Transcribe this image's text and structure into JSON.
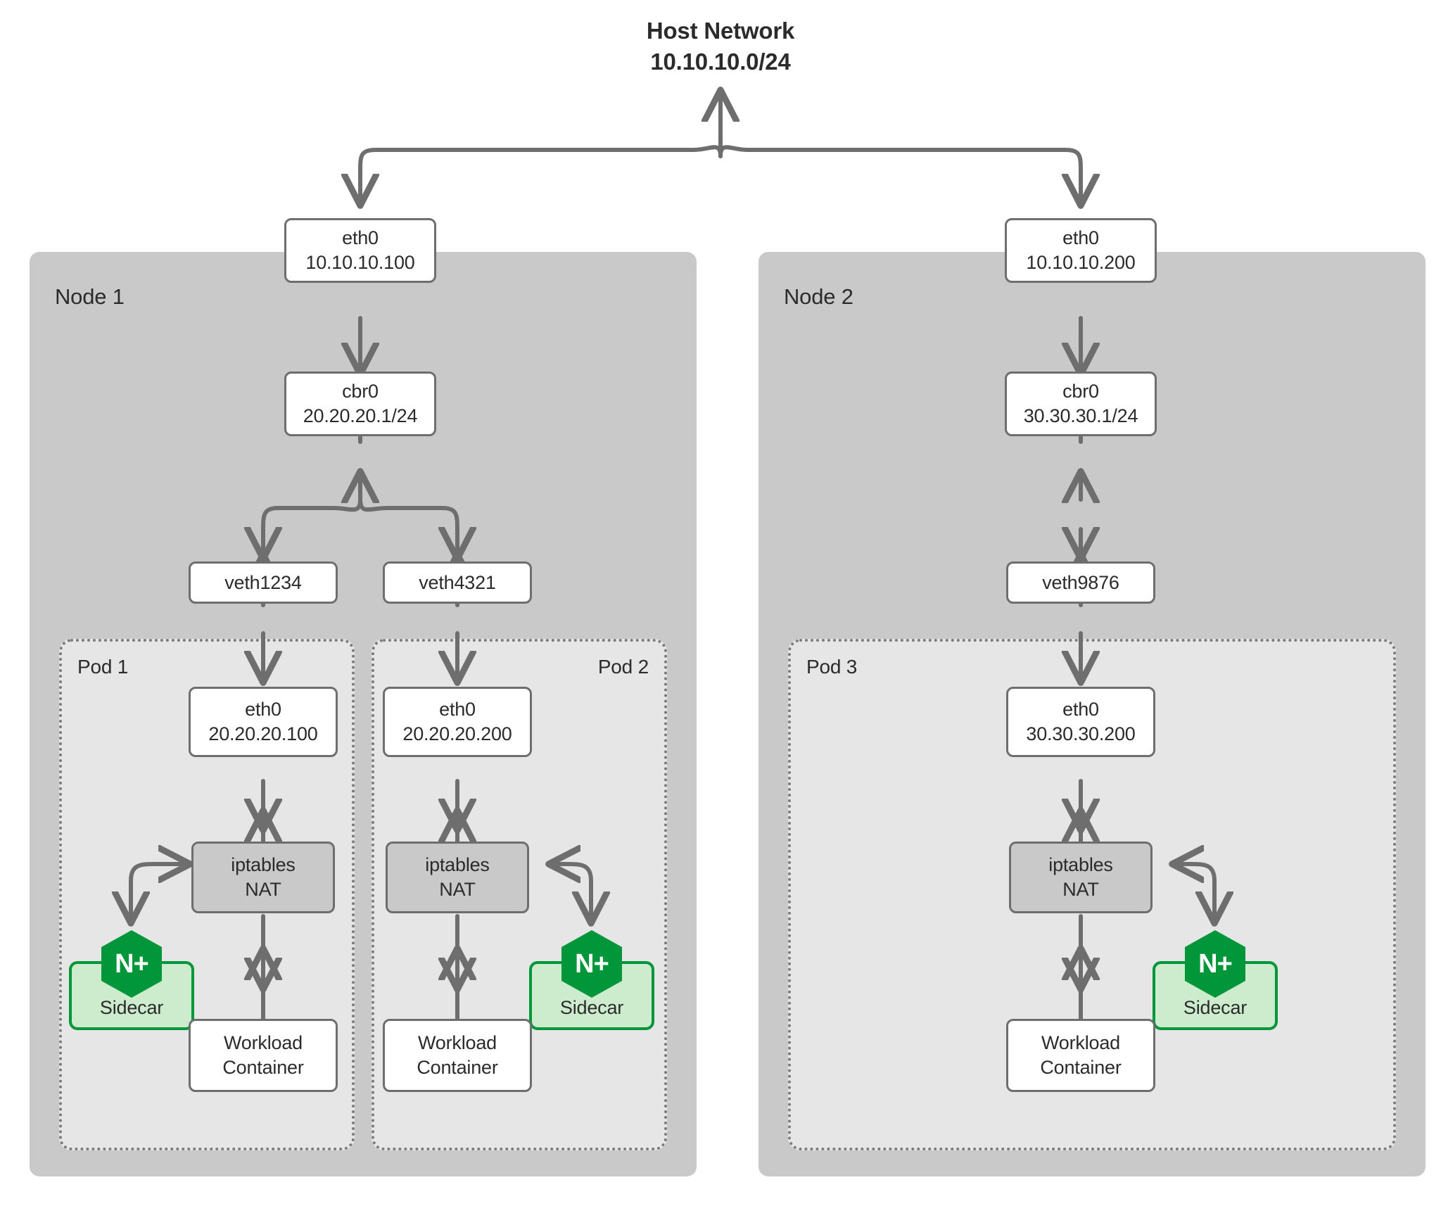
{
  "diagram": {
    "title_line1": "Host Network",
    "title_line2": "10.10.10.0/24",
    "accent_green": "#009639",
    "sidecar_fill": "#cdeccd",
    "node_fill": "#c9c9c9",
    "pod_fill": "#e6e6e6",
    "line_color": "#6e6e6e"
  },
  "nodes": [
    {
      "label": "Node 1",
      "eth0": {
        "name": "eth0",
        "ip": "10.10.10.100"
      },
      "bridge": {
        "name": "cbr0",
        "ip": "20.20.20.1/24"
      },
      "veths": [
        {
          "name": "veth1234"
        },
        {
          "name": "veth4321"
        }
      ],
      "pods": [
        {
          "label": "Pod 1",
          "label_align": "left",
          "eth0": {
            "name": "eth0",
            "ip": "20.20.20.100"
          },
          "nat": {
            "line1": "iptables",
            "line2": "NAT"
          },
          "sidecar": {
            "label": "Sidecar",
            "badge": "N+",
            "side": "left"
          },
          "workload": {
            "line1": "Workload",
            "line2": "Container"
          }
        },
        {
          "label": "Pod 2",
          "label_align": "right",
          "eth0": {
            "name": "eth0",
            "ip": "20.20.20.200"
          },
          "nat": {
            "line1": "iptables",
            "line2": "NAT"
          },
          "sidecar": {
            "label": "Sidecar",
            "badge": "N+",
            "side": "right"
          },
          "workload": {
            "line1": "Workload",
            "line2": "Container"
          }
        }
      ]
    },
    {
      "label": "Node 2",
      "eth0": {
        "name": "eth0",
        "ip": "10.10.10.200"
      },
      "bridge": {
        "name": "cbr0",
        "ip": "30.30.30.1/24"
      },
      "veths": [
        {
          "name": "veth9876"
        }
      ],
      "pods": [
        {
          "label": "Pod 3",
          "label_align": "left",
          "eth0": {
            "name": "eth0",
            "ip": "30.30.30.200"
          },
          "nat": {
            "line1": "iptables",
            "line2": "NAT"
          },
          "sidecar": {
            "label": "Sidecar",
            "badge": "N+",
            "side": "right"
          },
          "workload": {
            "line1": "Workload",
            "line2": "Container"
          }
        }
      ]
    }
  ]
}
